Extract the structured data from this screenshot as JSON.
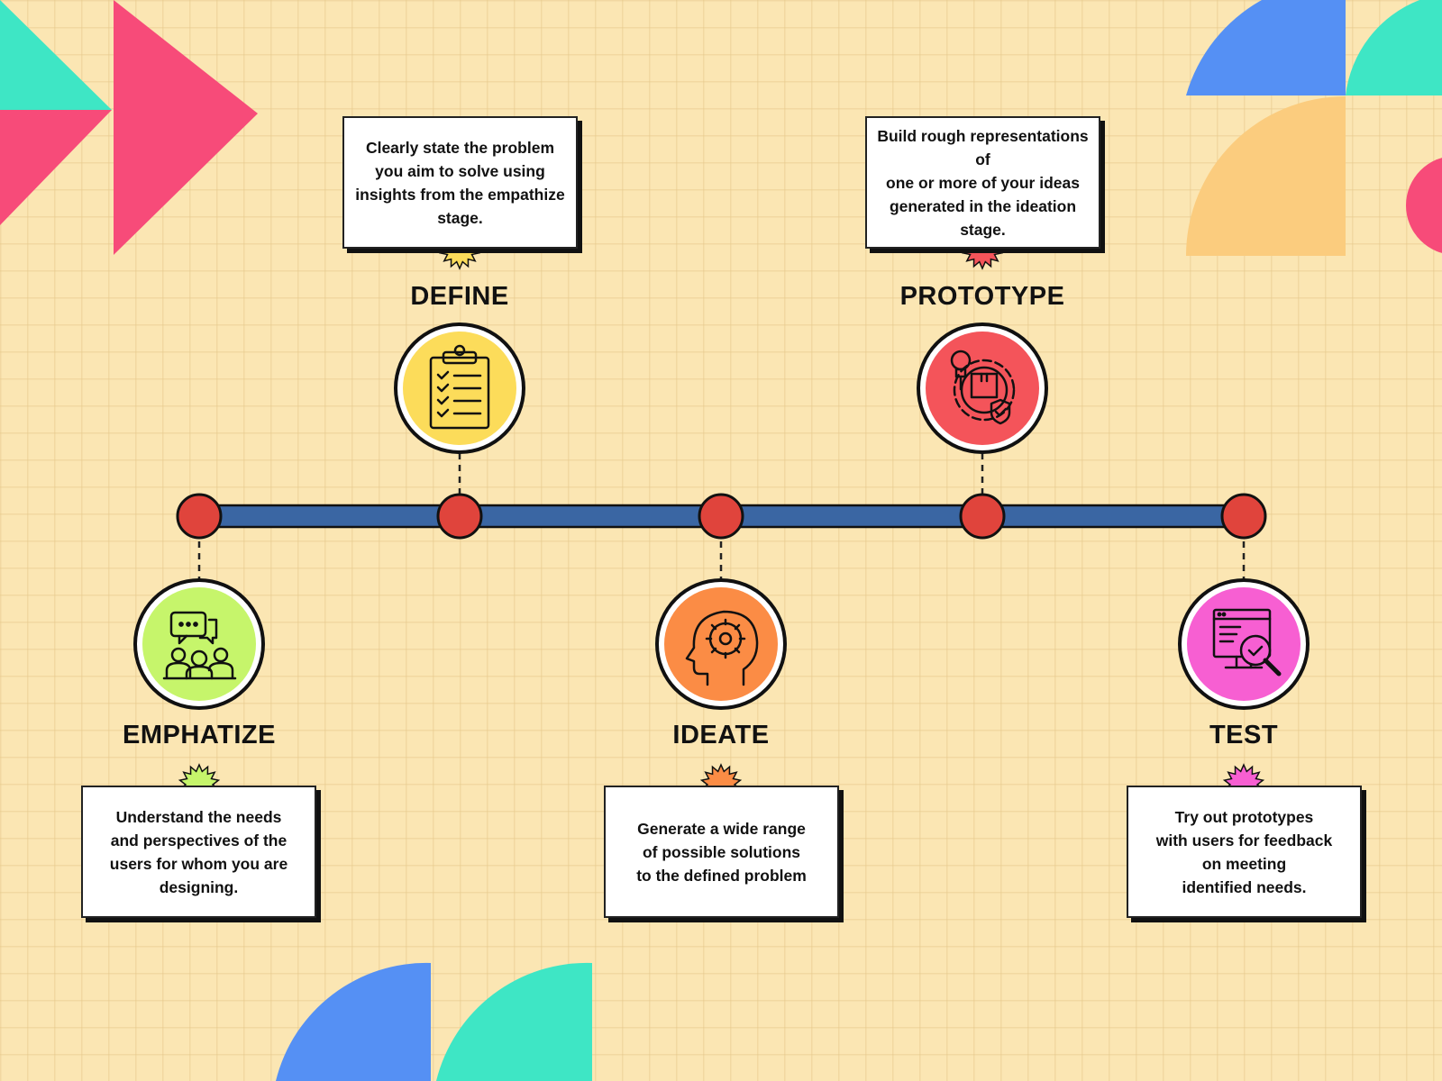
{
  "stages": [
    {
      "id": "emphatize",
      "title": "EMPHATIZE",
      "description": "Understand the needs\nand perspectives of the\nusers for whom you are\ndesigning.",
      "icon": "team-discussion-icon",
      "color": "#c6f56b"
    },
    {
      "id": "define",
      "title": "DEFINE",
      "description": "Clearly state the problem\nyou aim to solve using\ninsights from the empathize\nstage.",
      "icon": "clipboard-checklist-icon",
      "color": "#fcdc5a"
    },
    {
      "id": "ideate",
      "title": "IDEATE",
      "description": "Generate a wide range\nof possible solutions\nto the defined problem",
      "icon": "brain-gear-icon",
      "color": "#fb8c45"
    },
    {
      "id": "prototype",
      "title": "PROTOTYPE",
      "description": "Build rough representations of\none or more of your ideas\ngenerated in the ideation stage.",
      "icon": "gear-prototype-icon",
      "color": "#f4545a"
    },
    {
      "id": "test",
      "title": "TEST",
      "description": "Try out prototypes\nwith users for feedback\non meeting\nidentified needs.",
      "icon": "monitor-magnifier-icon",
      "color": "#f75fd2"
    }
  ],
  "colors": {
    "background": "#fbe6b3",
    "timeline_bar": "#3a66a3",
    "timeline_node": "#e0443c",
    "pink": "#f74b79",
    "teal": "#3ee6c5",
    "blue": "#5590f4",
    "peach": "#fbcc7e"
  }
}
